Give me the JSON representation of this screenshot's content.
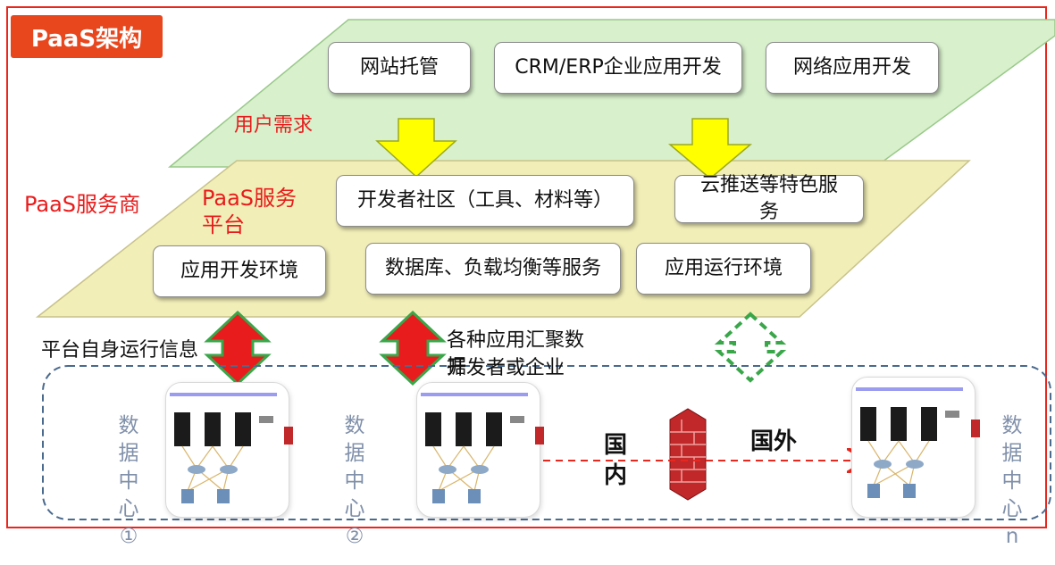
{
  "title": "PaaS架构",
  "layers": {
    "user_needs": {
      "label": "用户需求",
      "boxes": [
        "网站托管",
        "CRM/ERP企业应用开发",
        "网络应用开发"
      ]
    },
    "platform": {
      "label": "PaaS服务平台",
      "boxes": [
        "开发者社区（工具、材料等）",
        "云推送等特色服务",
        "应用开发环境",
        "数据库、负载均衡等服务",
        "应用运行环境"
      ]
    }
  },
  "provider_label": "PaaS服务商",
  "flows": {
    "left": "平台自身运行信息",
    "middle_a": "各种应用汇聚数据",
    "middle_b": "开发者或企业信息"
  },
  "datacenters": [
    "数据中心①",
    "数据中心②",
    "数据中心n"
  ],
  "firewall": {
    "domestic": "国内",
    "foreign": "国外"
  },
  "colors": {
    "green_plane": "#d8f0cc",
    "yellow_plane": "#f2eeb8",
    "accent_red": "#e81c1c",
    "tag_orange": "#e8471e"
  }
}
